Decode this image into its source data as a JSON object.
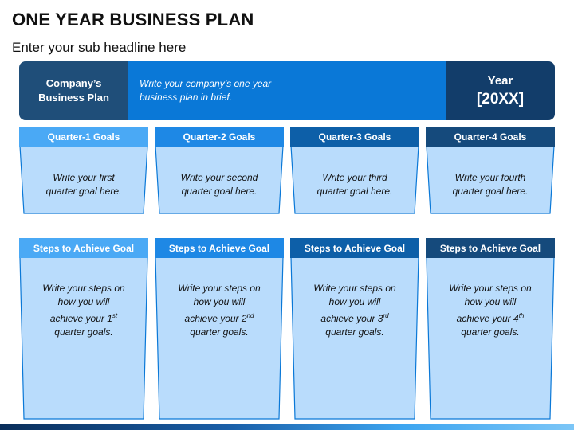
{
  "title": "ONE YEAR BUSINESS PLAN",
  "subtitle": "Enter your sub headline here",
  "banner": {
    "company_line1": "Company’s",
    "company_line2": "Business Plan",
    "desc_line1": "Write your company’s one year",
    "desc_line2": "business plan in brief.",
    "year_label": "Year",
    "year_value": "[20XX]"
  },
  "goals": [
    {
      "head": "Quarter-1 Goals",
      "line1": "Write your first",
      "line2": "quarter goal here.",
      "color": "#4aa9f5"
    },
    {
      "head": "Quarter-2 Goals",
      "line1": "Write your second",
      "line2": "quarter goal here.",
      "color": "#1e88e5"
    },
    {
      "head": "Quarter-3 Goals",
      "line1": "Write your third",
      "line2": "quarter goal here.",
      "color": "#0d5fa8"
    },
    {
      "head": "Quarter-4 Goals",
      "line1": "Write your fourth",
      "line2": "quarter goal here.",
      "color": "#154a7c"
    }
  ],
  "steps": [
    {
      "head": "Steps to Achieve Goal",
      "line1": "Write your steps on",
      "line2": "how you will",
      "line3_pre": "achieve your 1",
      "sup": "st",
      "line4": "quarter goals.",
      "color": "#4aa9f5"
    },
    {
      "head": "Steps to Achieve Goal",
      "line1": "Write your steps on",
      "line2": "how you will",
      "line3_pre": "achieve your 2",
      "sup": "nd",
      "line4": "quarter goals.",
      "color": "#1e88e5"
    },
    {
      "head": "Steps to Achieve Goal",
      "line1": "Write your steps on",
      "line2": "how you will",
      "line3_pre": "achieve your 3",
      "sup": "rd",
      "line4": "quarter goals.",
      "color": "#0d5fa8"
    },
    {
      "head": "Steps to Achieve Goal",
      "line1": "Write your steps on",
      "line2": "how you will",
      "line3_pre": "achieve your 4",
      "sup": "th",
      "line4": "quarter goals.",
      "color": "#154a7c"
    }
  ],
  "colors": {
    "body_fill": "#b9dcfc",
    "body_stroke": "#0a78d7"
  }
}
